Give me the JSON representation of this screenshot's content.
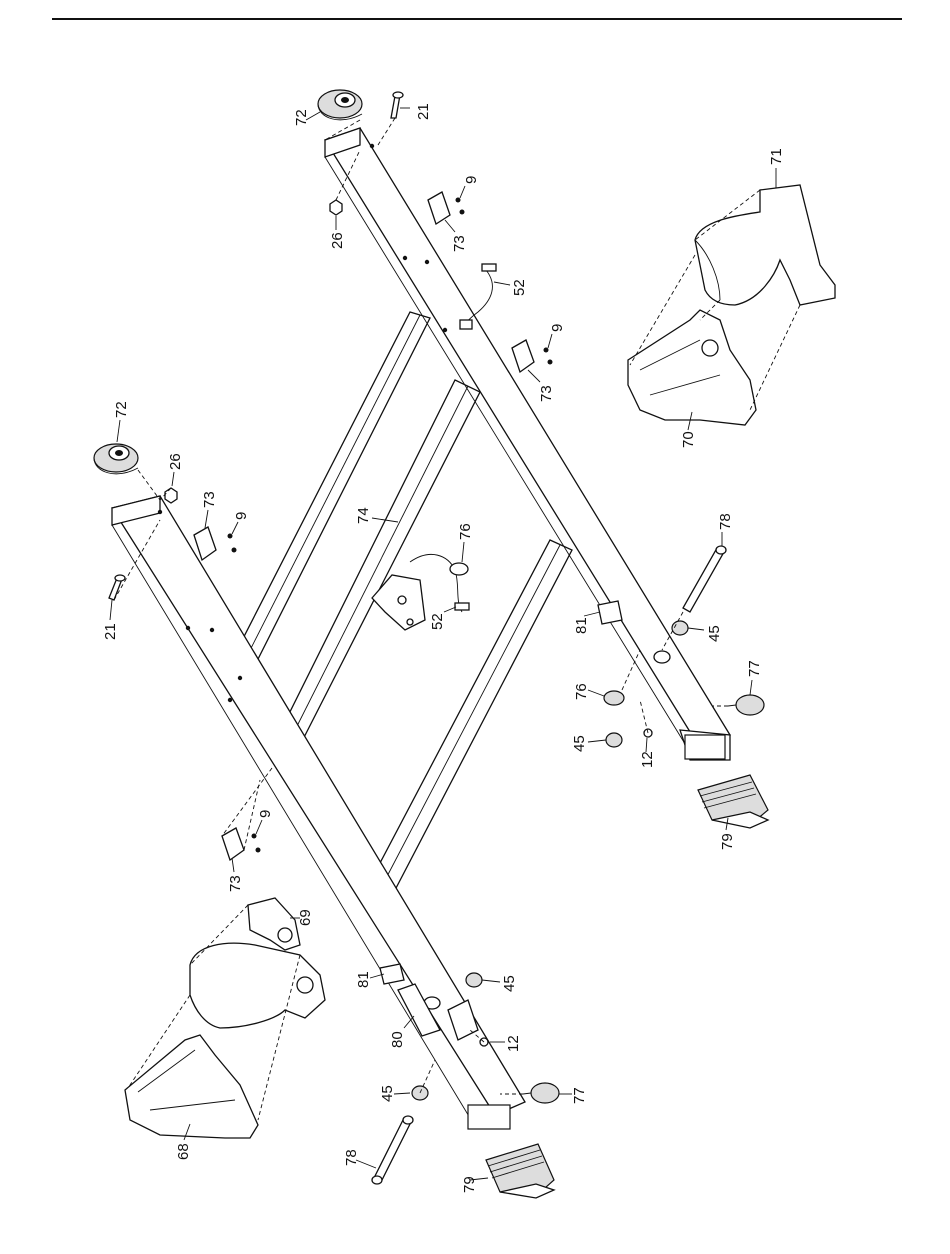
{
  "diagram": {
    "labels": [
      {
        "id": "l72a",
        "text": "72"
      },
      {
        "id": "l21a",
        "text": "21"
      },
      {
        "id": "l9a",
        "text": "9"
      },
      {
        "id": "l26a",
        "text": "26"
      },
      {
        "id": "l73a",
        "text": "73"
      },
      {
        "id": "l71",
        "text": "71"
      },
      {
        "id": "l52a",
        "text": "52"
      },
      {
        "id": "l9b",
        "text": "9"
      },
      {
        "id": "l73b",
        "text": "73"
      },
      {
        "id": "l70",
        "text": "70"
      },
      {
        "id": "l72b",
        "text": "72"
      },
      {
        "id": "l26b",
        "text": "26"
      },
      {
        "id": "l73c",
        "text": "73"
      },
      {
        "id": "l9c",
        "text": "9"
      },
      {
        "id": "l74",
        "text": "74"
      },
      {
        "id": "l76a",
        "text": "76"
      },
      {
        "id": "l21b",
        "text": "21"
      },
      {
        "id": "l52b",
        "text": "52"
      },
      {
        "id": "l78a",
        "text": "78"
      },
      {
        "id": "l81a",
        "text": "81"
      },
      {
        "id": "l45a",
        "text": "45"
      },
      {
        "id": "l76b",
        "text": "76"
      },
      {
        "id": "l77a",
        "text": "77"
      },
      {
        "id": "l45b",
        "text": "45"
      },
      {
        "id": "l12a",
        "text": "12"
      },
      {
        "id": "l9d",
        "text": "9"
      },
      {
        "id": "l79a",
        "text": "79"
      },
      {
        "id": "l73d",
        "text": "73"
      },
      {
        "id": "l69",
        "text": "69"
      },
      {
        "id": "l81b",
        "text": "81"
      },
      {
        "id": "l45c",
        "text": "45"
      },
      {
        "id": "l80",
        "text": "80"
      },
      {
        "id": "l12b",
        "text": "12"
      },
      {
        "id": "l45d",
        "text": "45"
      },
      {
        "id": "l77b",
        "text": "77"
      },
      {
        "id": "l68",
        "text": "68"
      },
      {
        "id": "l78b",
        "text": "78"
      },
      {
        "id": "l79b",
        "text": "79"
      }
    ]
  }
}
